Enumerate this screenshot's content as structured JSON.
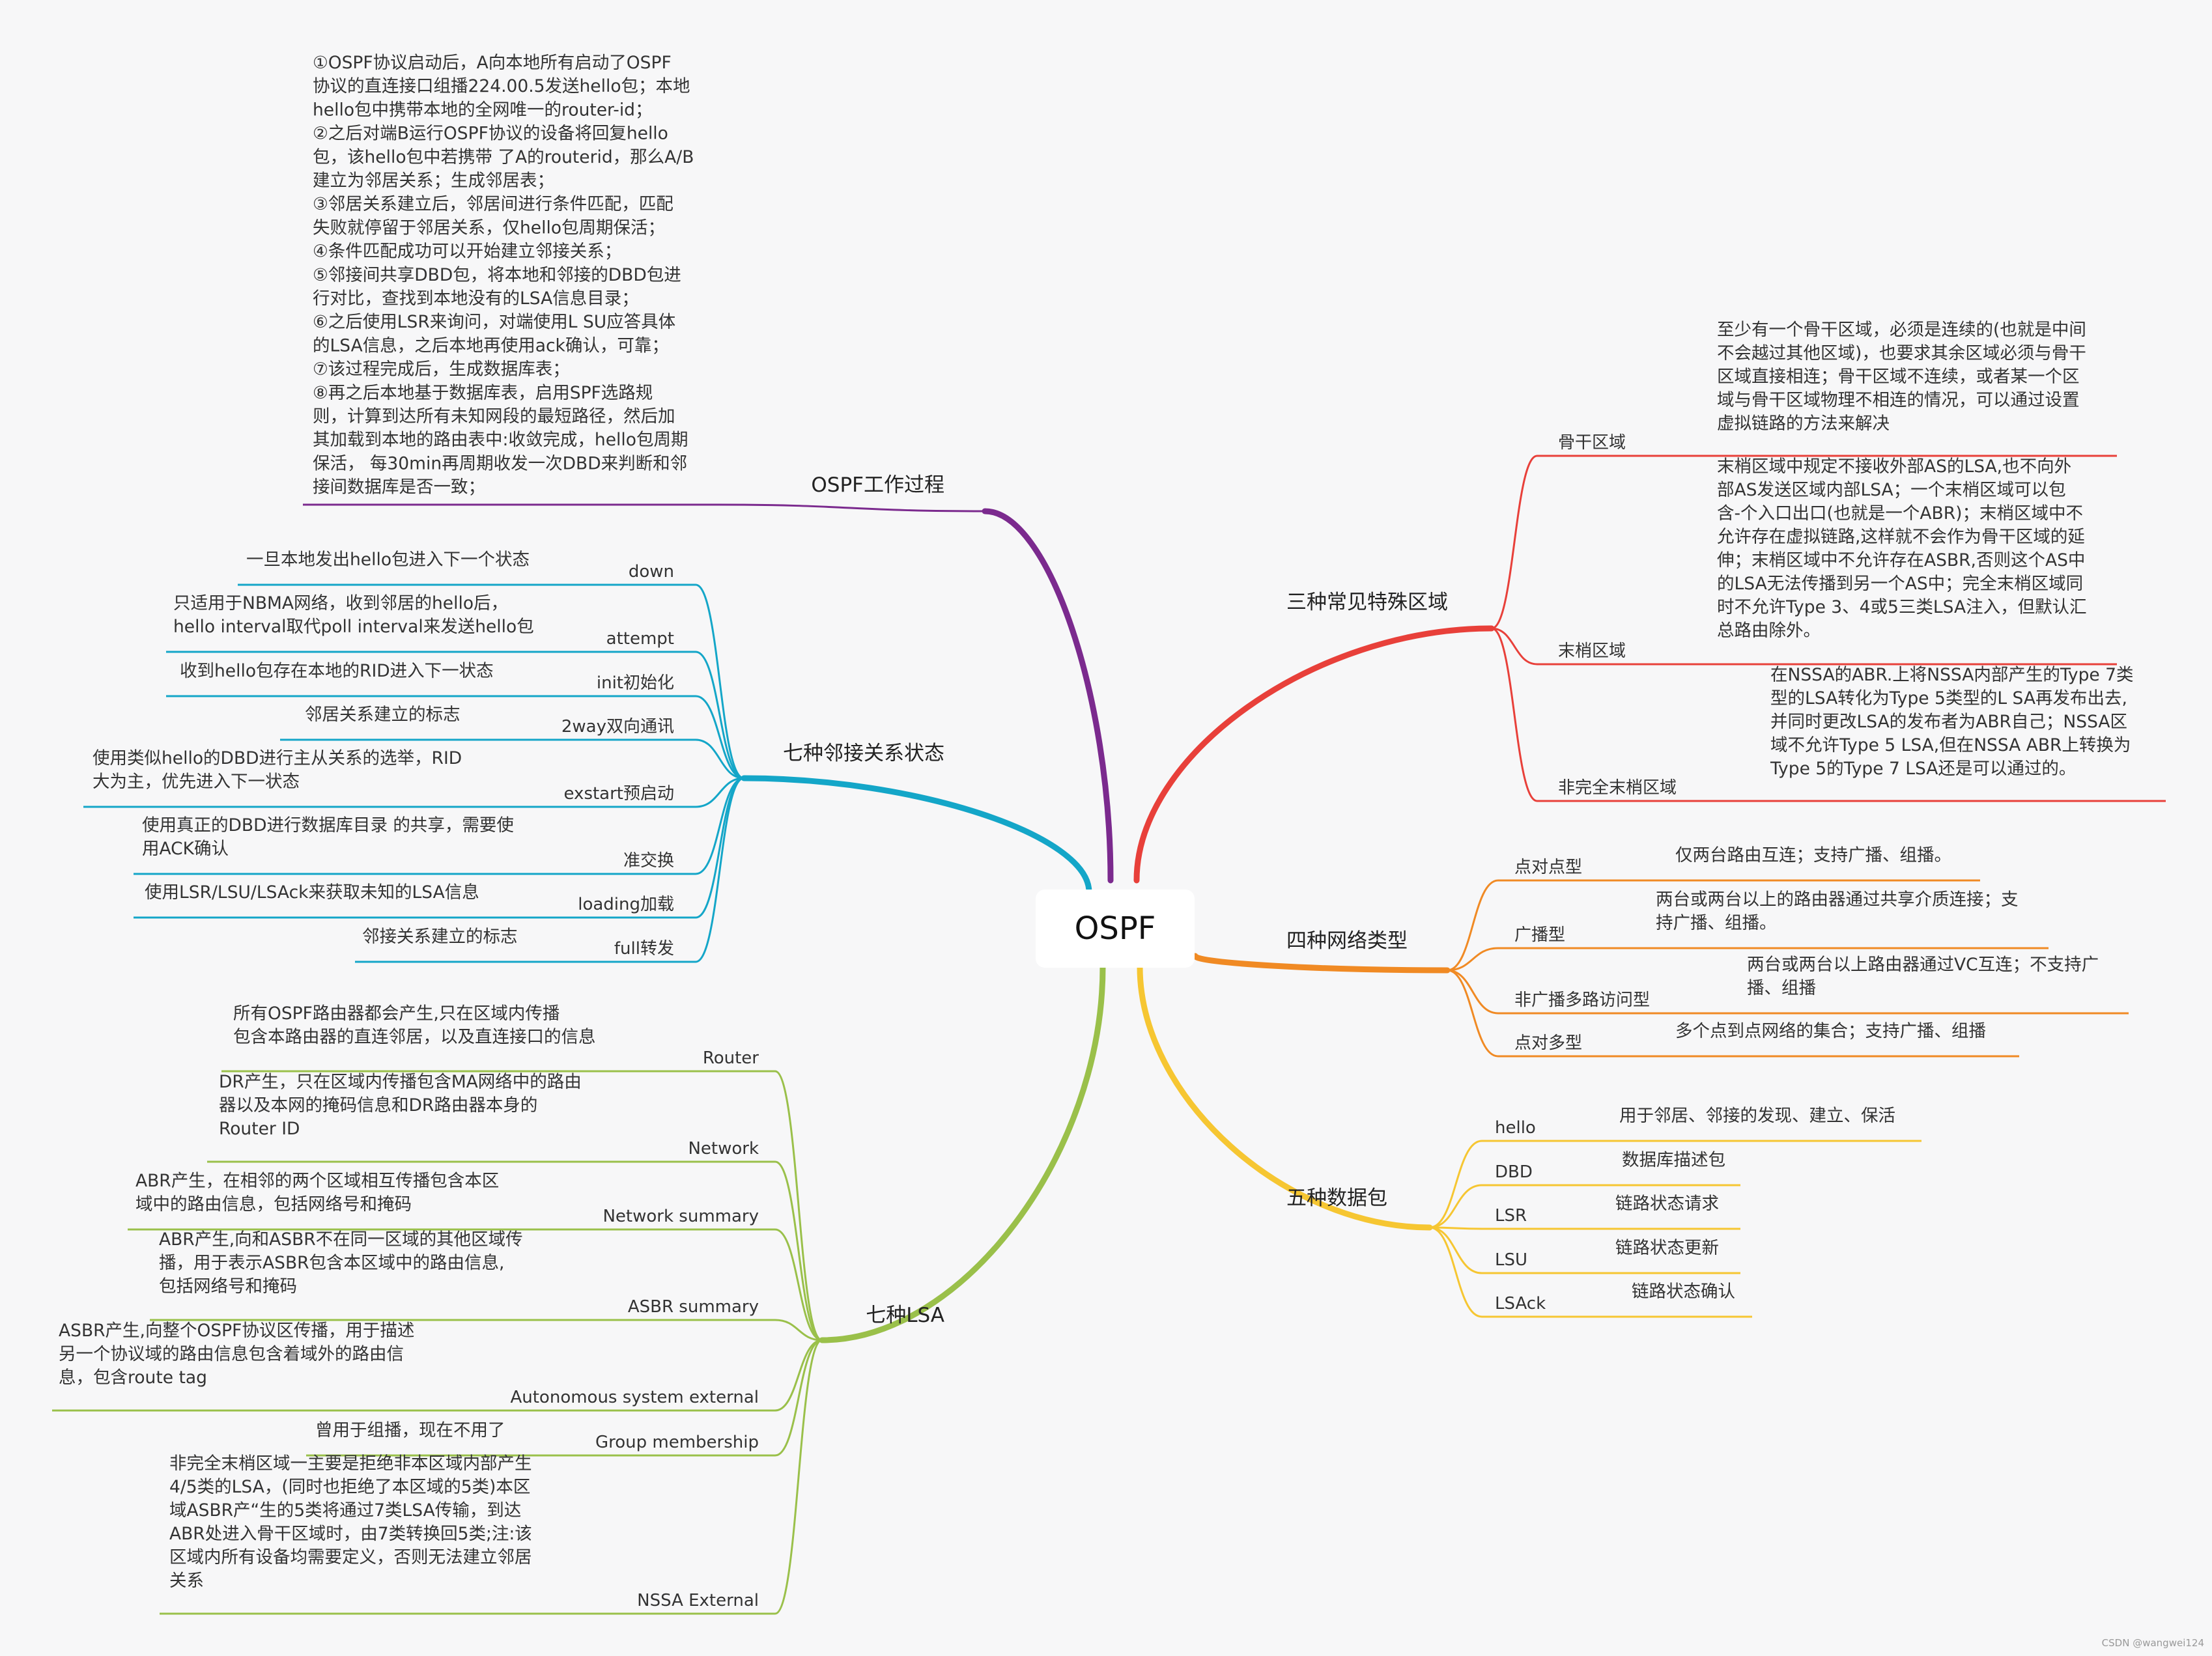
{
  "root": {
    "label": "OSPF"
  },
  "watermark": "CSDN @wangwei124",
  "colors": {
    "process": "#7b2a8e",
    "states": "#14a6c8",
    "lsa": "#9ac04a",
    "areas": "#e8403a",
    "network_types": "#f08a24",
    "packets": "#f6c632"
  },
  "branches": [
    {
      "id": "process",
      "label": "OSPF工作过程",
      "children": [
        {
          "label": "",
          "note": [
            "①OSPF协议启动后，A向本地所有启动了OSPF",
            "协议的直连接口组播224.00.5发送hello包；本地",
            "hello包中携带本地的全网唯一的router-id；",
            "②之后对端B运行OSPF协议的设备将回复hello",
            "包，该hello包中若携带 了A的routerid，那么A/B",
            "建立为邻居关系；生成邻居表；",
            "③邻居关系建立后，邻居间进行条件匹配，匹配",
            "失败就停留于邻居关系，仅hello包周期保活；",
            "④条件匹配成功可以开始建立邻接关系；",
            "⑤邻接间共享DBD包，将本地和邻接的DBD包进",
            "行对比，查找到本地没有的LSA信息目录；",
            "⑥之后使用LSR来询问，对端使用L SU应答具体",
            "的LSA信息，之后本地再使用ack确认，可靠；",
            "⑦该过程完成后，生成数据库表；",
            "⑧再之后本地基于数据库表，启用SPF选路规",
            "则，计算到达所有未知网段的最短路径，然后加",
            "其加载到本地的路由表中:收敛完成，hello包周期",
            "保活， 每30min再周期收发一次DBD来判断和邻",
            "接间数据库是否一致；"
          ]
        }
      ]
    },
    {
      "id": "states",
      "label": "七种邻接关系状态",
      "children": [
        {
          "label": "down",
          "note": [
            "一旦本地发出hello包进入下一个状态"
          ]
        },
        {
          "label": "attempt",
          "note": [
            "只适用于NBMA网络，收到邻居的hello后，",
            "hello interval取代poll interval来发送hello包"
          ]
        },
        {
          "label": "init初始化",
          "note": [
            "收到hello包存在本地的RID进入下一状态"
          ]
        },
        {
          "label": "2way双向通讯",
          "note": [
            "邻居关系建立的标志"
          ]
        },
        {
          "label": "exstart预启动",
          "note": [
            "使用类似hello的DBD进行主从关系的选举，RID",
            "大为主，优先进入下一状态"
          ]
        },
        {
          "label": "准交换",
          "note": [
            "使用真正的DBD进行数据库目录 的共享，需要使",
            "用ACK确认"
          ]
        },
        {
          "label": "loading加载",
          "note": [
            "使用LSR/LSU/LSAck来获取未知的LSA信息"
          ]
        },
        {
          "label": "full转发",
          "note": [
            "邻接关系建立的标志"
          ]
        }
      ]
    },
    {
      "id": "lsa",
      "label": "七种LSA",
      "children": [
        {
          "label": "Router",
          "note": [
            "所有OSPF路由器都会产生,只在区域内传播",
            "包含本路由器的直连邻居，以及直连接口的信息"
          ]
        },
        {
          "label": "Network",
          "note": [
            "DR产生，只在区域内传播包含MA网络中的路由",
            "器以及本网的掩码信息和DR路由器本身的",
            "Router ID"
          ]
        },
        {
          "label": "Network summary",
          "note": [
            "ABR产生，在相邻的两个区域相互传播包含本区",
            "域中的路由信息，包括网络号和掩码"
          ]
        },
        {
          "label": "ASBR summary",
          "note": [
            "ABR产生,向和ASBR不在同一区域的其他区域传",
            "播，用于表示ASBR包含本区域中的路由信息,",
            "包括网络号和掩码"
          ]
        },
        {
          "label": "Autonomous system external",
          "note": [
            "ASBR产生,向整个OSPF协议区传播，用于描述",
            "另一个协议域的路由信息包含着域外的路由信",
            "息，包含route tag"
          ]
        },
        {
          "label": "Group membership",
          "note": [
            "曾用于组播，现在不用了"
          ]
        },
        {
          "label": "NSSA External",
          "note": [
            "非完全末梢区域一主要是拒绝非本区域内部产生",
            "4/5类的LSA，(同时也拒绝了本区域的5类)本区",
            "域ASBR产“生的5类将通过7类LSA传输，到达",
            "ABR处进入骨干区域时，由7类转换回5类;注:该",
            "区域内所有设备均需要定义，否则无法建立邻居",
            "关系"
          ]
        }
      ]
    },
    {
      "id": "areas",
      "label": "三种常见特殊区域",
      "children": [
        {
          "label": "骨干区域",
          "note": [
            "至少有一个骨干区域，必须是连续的(也就是中间",
            "不会越过其他区域)，也要求其余区域必须与骨干",
            "区域直接相连；骨干区域不连续，或者某一个区",
            "域与骨干区域物理不相连的情况，可以通过设置",
            "虚拟链路的方法来解决"
          ]
        },
        {
          "label": "末梢区域",
          "note": [
            "末梢区域中规定不接收外部AS的LSA,也不向外",
            "部AS发送区域内部LSA；一个末梢区域可以包",
            "含-个入口出口(也就是一个ABR)；末梢区域中不",
            "允许存在虚拟链路,这样就不会作为骨干区域的延",
            "伸；末梢区域中不允许存在ASBR,否则这个AS中",
            "的LSA无法传播到另一个AS中；完全末梢区域同",
            "时不允许Type 3、4或5三类LSA注入，但默认汇",
            "总路由除外。"
          ]
        },
        {
          "label": "非完全末梢区域",
          "note": [
            "在NSSA的ABR.上将NSSA内部产生的Type 7类",
            "型的LSA转化为Type 5类型的L SA再发布出去,",
            "并同时更改LSA的发布者为ABR自己；NSSA区",
            "域不允许Type 5 LSA,但在NSSA ABR上转换为",
            "Type 5的Type 7 LSA还是可以通过的。"
          ]
        }
      ]
    },
    {
      "id": "network_types",
      "label": "四种网络类型",
      "children": [
        {
          "label": "点对点型",
          "note": [
            "仅两台路由互连；支持广播、组播。"
          ]
        },
        {
          "label": "广播型",
          "note": [
            "两台或两台以上的路由器通过共享介质连接；支",
            "持广播、组播。"
          ]
        },
        {
          "label": "非广播多路访问型",
          "note": [
            "两台或两台以上路由器通过VC互连；不支持广",
            "播、组播"
          ]
        },
        {
          "label": "点对多型",
          "note": [
            "多个点到点网络的集合；支持广播、组播"
          ]
        }
      ]
    },
    {
      "id": "packets",
      "label": "五种数据包",
      "children": [
        {
          "label": "hello",
          "note": [
            "用于邻居、邻接的发现、建立、保活"
          ]
        },
        {
          "label": "DBD",
          "note": [
            "数据库描述包"
          ]
        },
        {
          "label": "LSR",
          "note": [
            "链路状态请求"
          ]
        },
        {
          "label": "LSU",
          "note": [
            "链路状态更新"
          ]
        },
        {
          "label": "LSAck",
          "note": [
            "链路状态确认"
          ]
        }
      ]
    }
  ]
}
